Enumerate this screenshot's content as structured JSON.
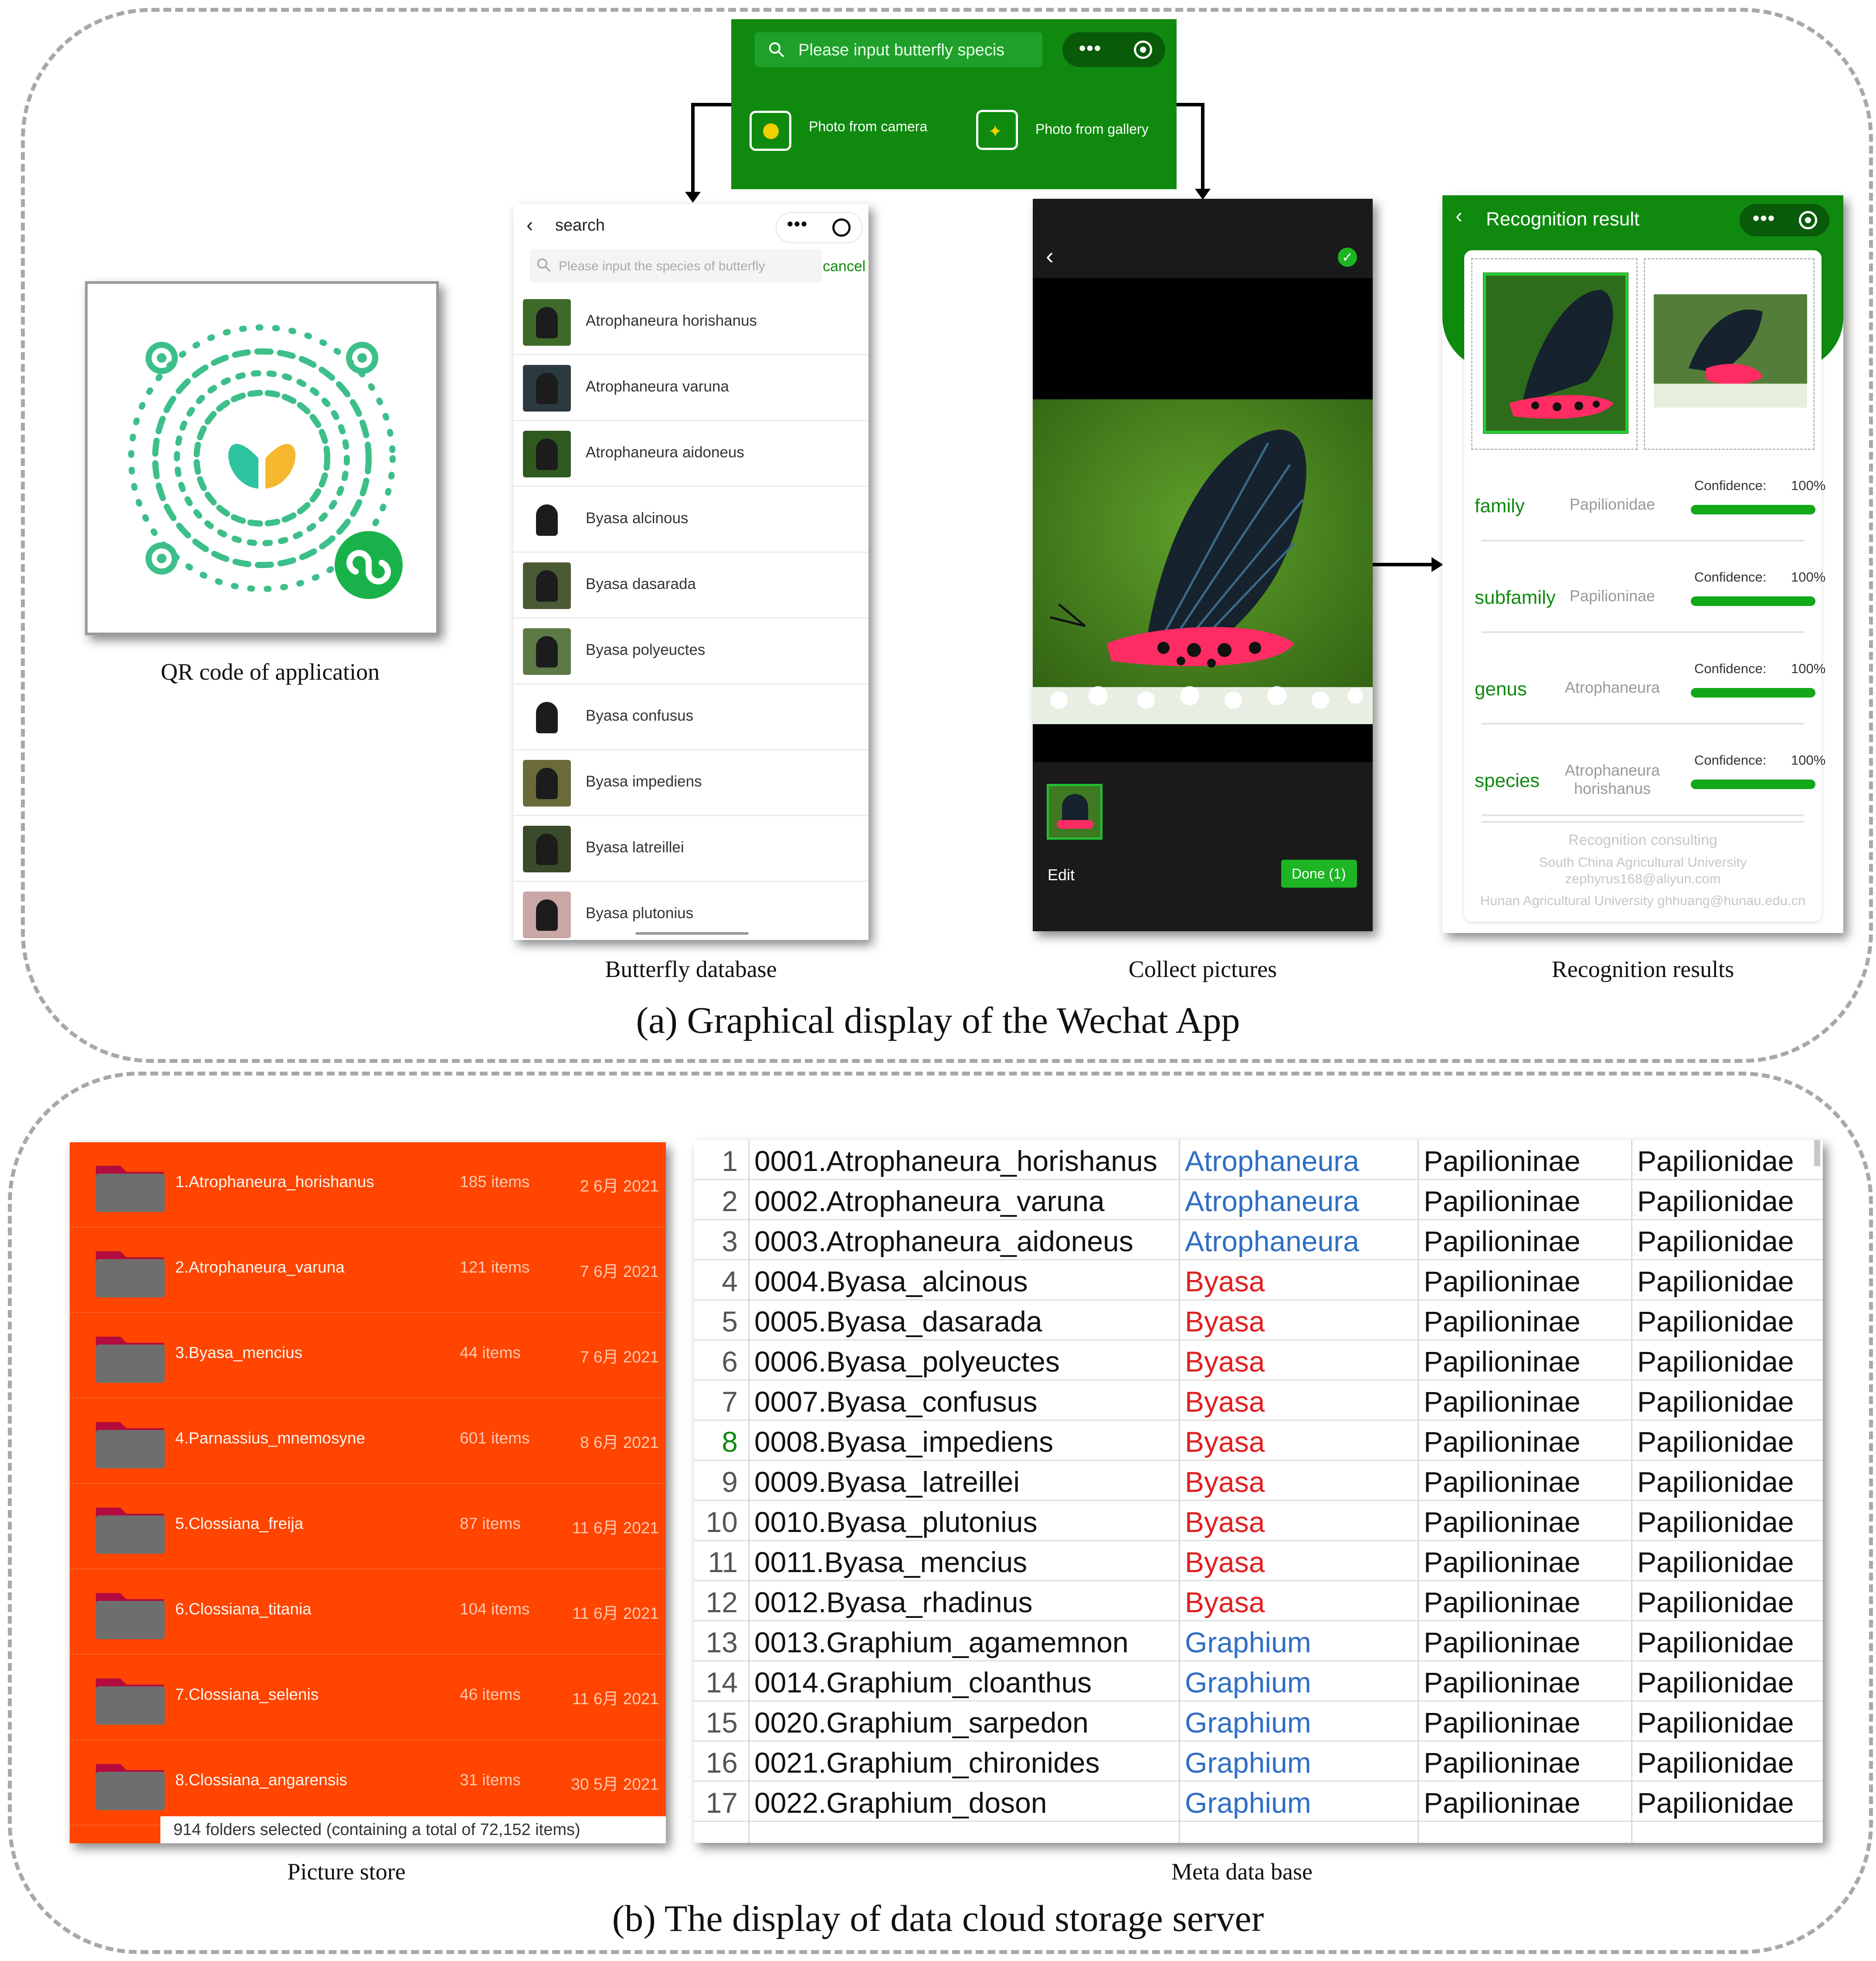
{
  "colors": {
    "wechat_green": "#0f8a0f",
    "store_orange": "#ff4500",
    "blue_genus": "#2f6fc4",
    "red_genus": "#e02020"
  },
  "section_a": {
    "caption": "(a) Graphical display of the Wechat App"
  },
  "section_b": {
    "caption": "(b) The display of data cloud storage server"
  },
  "qr": {
    "caption": "QR code of application",
    "icon": "wechat-miniprogram-qr-icon"
  },
  "top_bar": {
    "search_placeholder": "Please input butterfly specis",
    "menu_label": "•••",
    "camera_label": "Photo from camera",
    "gallery_label": "Photo from gallery"
  },
  "database": {
    "caption": "Butterfly database",
    "back_title": "search",
    "search_placeholder": "Please input the species of butterfly",
    "cancel": "cancel",
    "menu_label": "•••",
    "items": [
      {
        "name": "Atrophaneura horishanus"
      },
      {
        "name": "Atrophaneura varuna"
      },
      {
        "name": "Atrophaneura aidoneus"
      },
      {
        "name": "Byasa alcinous"
      },
      {
        "name": "Byasa dasarada"
      },
      {
        "name": "Byasa polyeuctes"
      },
      {
        "name": "Byasa confusus"
      },
      {
        "name": "Byasa impediens"
      },
      {
        "name": "Byasa latreillei"
      },
      {
        "name": "Byasa plutonius"
      }
    ]
  },
  "collect": {
    "caption": "Collect pictures",
    "edit": "Edit",
    "done": "Done (1)"
  },
  "recognition": {
    "caption": "Recognition results",
    "title": "Recognition result",
    "menu_label": "•••",
    "results": [
      {
        "label": "family",
        "value": "Papilionidae",
        "confidence_label": "Confidence:",
        "confidence": "100%",
        "level": 1.0
      },
      {
        "label": "subfamily",
        "value": "Papilioninae",
        "confidence_label": "Confidence:",
        "confidence": "100%",
        "level": 1.0
      },
      {
        "label": "genus",
        "value": "Atrophaneura",
        "confidence_label": "Confidence:",
        "confidence": "100%",
        "level": 1.0
      },
      {
        "label": "species",
        "value": "Atrophaneura horishanus",
        "confidence_label": "Confidence:",
        "confidence": "100%",
        "level": 1.0
      }
    ],
    "consulting": "Recognition consulting",
    "footer_1": "South China Agricultural University",
    "footer_2": "zephyrus168@aliyun.com",
    "footer_3": "Hunan Agricultural University ghhuang@hunau.edu.cn"
  },
  "picture_store": {
    "caption": "Picture store",
    "folders": [
      {
        "name": "1.Atrophaneura_horishanus",
        "count": "185 items",
        "date": "2 6月 2021"
      },
      {
        "name": "2.Atrophaneura_varuna",
        "count": "121 items",
        "date": "7 6月 2021"
      },
      {
        "name": "3.Byasa_mencius",
        "count": "44 items",
        "date": "7 6月 2021"
      },
      {
        "name": "4.Parnassius_mnemosyne",
        "count": "601 items",
        "date": "8 6月 2021"
      },
      {
        "name": "5.Clossiana_freija",
        "count": "87 items",
        "date": "11 6月 2021"
      },
      {
        "name": "6.Clossiana_titania",
        "count": "104 items",
        "date": "11 6月 2021"
      },
      {
        "name": "7.Clossiana_selenis",
        "count": "46 items",
        "date": "11 6月 2021"
      },
      {
        "name": "8.Clossiana_angarensis",
        "count": "31 items",
        "date": "30 5月 2021"
      }
    ],
    "status": "914 folders selected  (containing a total of 72,152 items)"
  },
  "metadata": {
    "caption": "Meta data base",
    "rows": [
      {
        "n": "1",
        "id": "0001.Atrophaneura_horishanus",
        "genus": "Atrophaneura",
        "genus_color": "#2f6fc4",
        "subfamily": "Papilioninae",
        "family": "Papilionidae"
      },
      {
        "n": "2",
        "id": "0002.Atrophaneura_varuna",
        "genus": "Atrophaneura",
        "genus_color": "#2f6fc4",
        "subfamily": "Papilioninae",
        "family": "Papilionidae"
      },
      {
        "n": "3",
        "id": "0003.Atrophaneura_aidoneus",
        "genus": "Atrophaneura",
        "genus_color": "#2f6fc4",
        "subfamily": "Papilioninae",
        "family": "Papilionidae"
      },
      {
        "n": "4",
        "id": "0004.Byasa_alcinous",
        "genus": "Byasa",
        "genus_color": "#e02020",
        "subfamily": "Papilioninae",
        "family": "Papilionidae"
      },
      {
        "n": "5",
        "id": "0005.Byasa_dasarada",
        "genus": "Byasa",
        "genus_color": "#e02020",
        "subfamily": "Papilioninae",
        "family": "Papilionidae"
      },
      {
        "n": "6",
        "id": "0006.Byasa_polyeuctes",
        "genus": "Byasa",
        "genus_color": "#e02020",
        "subfamily": "Papilioninae",
        "family": "Papilionidae"
      },
      {
        "n": "7",
        "id": "0007.Byasa_confusus",
        "genus": "Byasa",
        "genus_color": "#e02020",
        "subfamily": "Papilioninae",
        "family": "Papilionidae"
      },
      {
        "n": "8",
        "id": "0008.Byasa_impediens",
        "genus": "Byasa",
        "genus_color": "#e02020",
        "subfamily": "Papilioninae",
        "family": "Papilionidae"
      },
      {
        "n": "9",
        "id": "0009.Byasa_latreillei",
        "genus": "Byasa",
        "genus_color": "#e02020",
        "subfamily": "Papilioninae",
        "family": "Papilionidae"
      },
      {
        "n": "10",
        "id": "0010.Byasa_plutonius",
        "genus": "Byasa",
        "genus_color": "#e02020",
        "subfamily": "Papilioninae",
        "family": "Papilionidae"
      },
      {
        "n": "11",
        "id": "0011.Byasa_mencius",
        "genus": "Byasa",
        "genus_color": "#e02020",
        "subfamily": "Papilioninae",
        "family": "Papilionidae"
      },
      {
        "n": "12",
        "id": "0012.Byasa_rhadinus",
        "genus": "Byasa",
        "genus_color": "#e02020",
        "subfamily": "Papilioninae",
        "family": "Papilionidae"
      },
      {
        "n": "13",
        "id": "0013.Graphium_agamemnon",
        "genus": "Graphium",
        "genus_color": "#2f6fc4",
        "subfamily": "Papilioninae",
        "family": "Papilionidae"
      },
      {
        "n": "14",
        "id": "0014.Graphium_cloanthus",
        "genus": "Graphium",
        "genus_color": "#2f6fc4",
        "subfamily": "Papilioninae",
        "family": "Papilionidae"
      },
      {
        "n": "15",
        "id": "0020.Graphium_sarpedon",
        "genus": "Graphium",
        "genus_color": "#2f6fc4",
        "subfamily": "Papilioninae",
        "family": "Papilionidae"
      },
      {
        "n": "16",
        "id": "0021.Graphium_chironides",
        "genus": "Graphium",
        "genus_color": "#2f6fc4",
        "subfamily": "Papilioninae",
        "family": "Papilionidae"
      },
      {
        "n": "17",
        "id": "0022.Graphium_doson",
        "genus": "Graphium",
        "genus_color": "#2f6fc4",
        "subfamily": "Papilioninae",
        "family": "Papilionidae"
      }
    ]
  }
}
